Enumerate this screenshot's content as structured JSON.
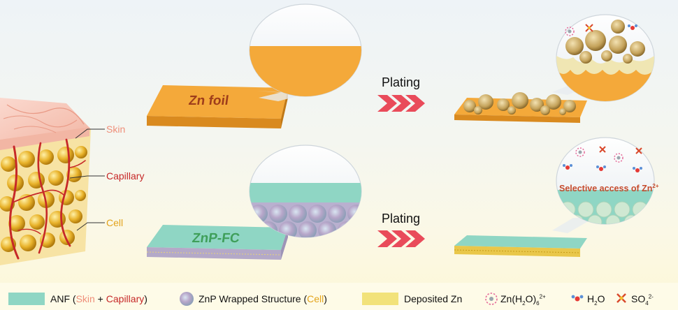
{
  "labels": {
    "skin": "Skin",
    "capillary": "Capillary",
    "cell": "Cell",
    "zn_foil": "Zn foil",
    "znp_fc": "ZnP-FC",
    "plating_top": "Plating",
    "plating_bottom": "Plating",
    "selective_text": "Selective access of Zn",
    "selective_sup": "2+"
  },
  "legend": {
    "anf": "ANF (",
    "skin": "Skin",
    "plus": " + ",
    "capillary": "Capillary",
    "close": ")",
    "znp_text": "ZnP Wrapped Structure (",
    "cell": "Cell",
    "znp_close": ")",
    "deposited": "Deposited Zn",
    "zn_complex_a": "Zn(H",
    "zn_complex_sub1": "2",
    "zn_complex_b": "O)",
    "zn_complex_sub2": "6",
    "zn_complex_sup": "2+",
    "water_a": "H",
    "water_sub": "2",
    "water_b": "O",
    "sulfate_a": "SO",
    "sulfate_sub": "4",
    "sulfate_sup": "2-"
  },
  "colors": {
    "zn_foil": "#f4a93a",
    "anf_teal": "#8fd6c4",
    "deposited_zn": "#f2e27a",
    "skin": "#f6c4b6",
    "capillary": "#c62828",
    "cell": "#e8b22a",
    "arrow": "#e94b5a"
  }
}
